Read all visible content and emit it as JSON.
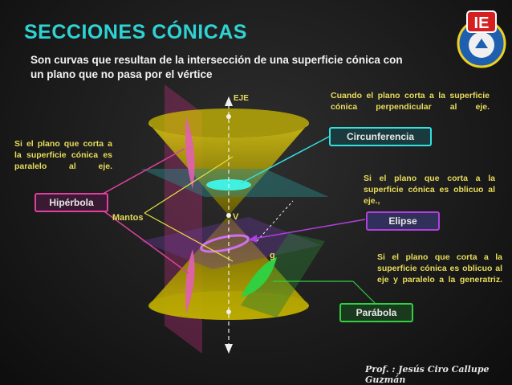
{
  "title": "SECCIONES CÓNICAS",
  "subtitle": "Son curvas que resultan de la intersección de una superficie cónica con un plano que no pasa por el vértice",
  "hiperbola": {
    "description": "Si el plano que corta a la superficie cónica es paralelo al eje.",
    "label": "Hipérbola"
  },
  "circunferencia": {
    "description": "Cuando el plano corta a la superficie cónica perpendicular al eje.",
    "label": "Circunferencia"
  },
  "elipse": {
    "description": "Si el plano que corta a la superficie cónica es oblicuo al eje.,",
    "label": "Elipse"
  },
  "parabola": {
    "description": "Si el plano que corta a la superficie cónica es oblicuo al eje y paralelo a la generatriz.",
    "label": "Parábola"
  },
  "diagram_labels": {
    "eje": "EJE",
    "vertice": "V",
    "mantos": "Mantos",
    "generatriz": "g"
  },
  "footer": "Prof. : Jesús Ciro Callupe Guzmán",
  "logo_text": "IE",
  "colors": {
    "title": "#2fd3d3",
    "hiperbola_border": "#e040a0",
    "circunferencia_border": "#33e0e0",
    "elipse_border": "#b040e0",
    "parabola_border": "#30d040",
    "cone": "#d8c400",
    "description_text": "#e8dc5a"
  }
}
